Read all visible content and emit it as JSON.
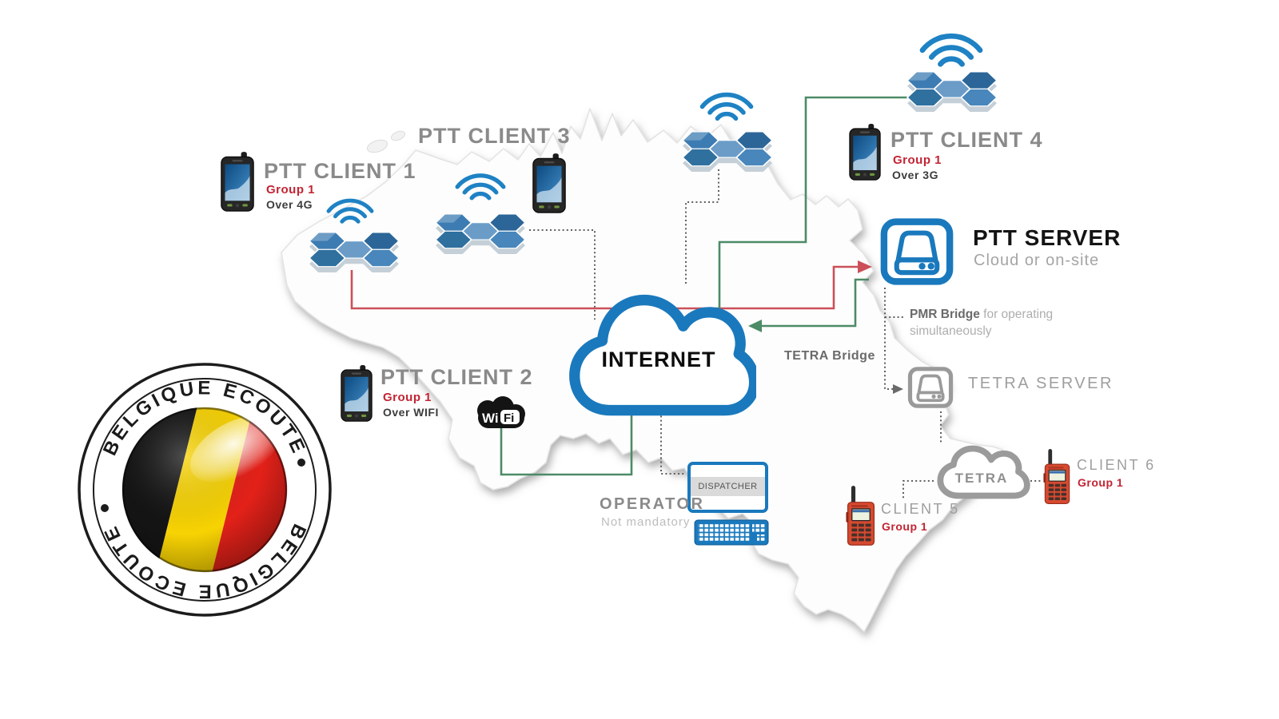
{
  "badge": {
    "arc_text_top": "BELGIQUE ECOUTE",
    "arc_text_bottom": "BELGIQUE ECOUTE",
    "flag_colors": [
      "#141414",
      "#f8d303",
      "#e32119"
    ]
  },
  "clients": {
    "ptt1": {
      "title": "PTT CLIENT 1",
      "group": "Group 1",
      "network": "Over 4G"
    },
    "ptt2": {
      "title": "PTT CLIENT 2",
      "group": "Group 1",
      "network": "Over WIFI"
    },
    "ptt3": {
      "title": "PTT CLIENT 3"
    },
    "ptt4": {
      "title": "PTT CLIENT 4",
      "group": "Group 1",
      "network": "Over 3G"
    },
    "tetra5": {
      "title": "CLIENT 5",
      "group": "Group 1"
    },
    "tetra6": {
      "title": "CLIENT 6",
      "group": "Group 1"
    }
  },
  "servers": {
    "ptt": {
      "title": "PTT SERVER",
      "subtitle": "Cloud or on-site"
    },
    "tetra": {
      "title": "TETRA SERVER"
    }
  },
  "clouds": {
    "internet": "INTERNET",
    "tetra": "TETRA"
  },
  "operator": {
    "title": "OPERATOR",
    "subtitle": "Not mandatory"
  },
  "dispatcher": {
    "label": "DISPATCHER"
  },
  "wifi_logo": {
    "wi": "Wi",
    "fi": "Fi"
  },
  "bridges": {
    "pmr_bold": "PMR Bridge",
    "pmr_rest": " for operating",
    "pmr_line2": "simultaneously",
    "tetra": "TETRA Bridge"
  },
  "icons": {
    "cell-site": "blue-hexagon-cluster",
    "signal": "wifi-arcs",
    "phone": "rugged-smartphone",
    "radio": "tetra-handheld-radio",
    "server": "drive-box",
    "cloud": "cloud-outline",
    "keyboard": "blue-keyboard"
  },
  "colors": {
    "blue": "#1a79bd",
    "gray_icon": "#9a9a9a",
    "green_line": "#4c8b66",
    "red_line": "#cb5059",
    "red_text": "#c22433",
    "title_gray": "#8a8a8a",
    "dotted_gray": "#5f5f5f"
  }
}
